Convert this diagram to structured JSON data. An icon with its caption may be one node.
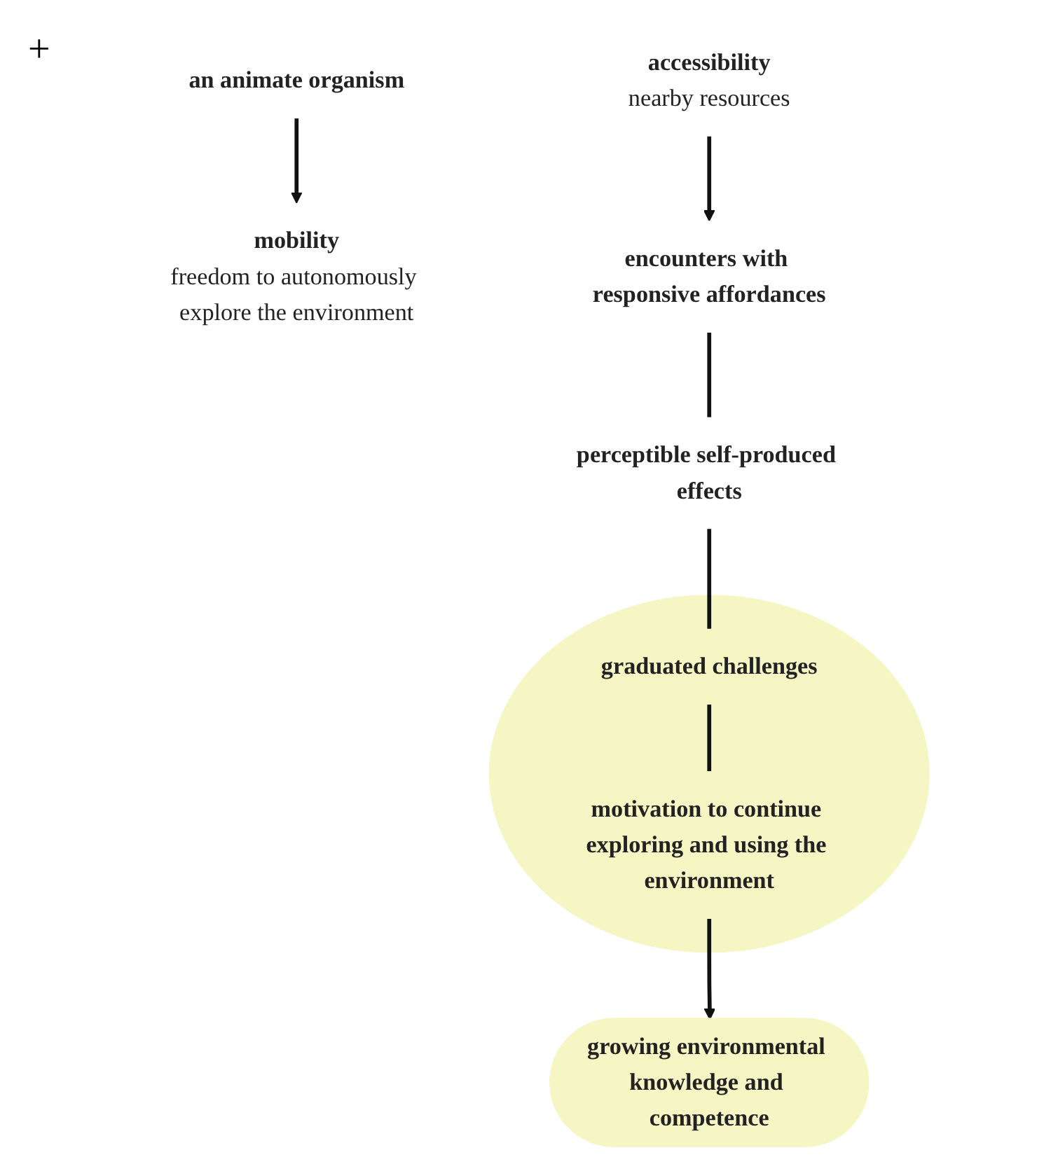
{
  "diagram": {
    "nodes": [
      {
        "text": [
          "growing environmental knowledge and competence"
        ]
      },
      {
        "text": [
          "accessibility",
          "nearby resources"
        ]
      },
      {
        "text": [
          "mobility",
          "freedom to autonomously explore the environment"
        ]
      },
      {
        "text": [
          "encounters with responsive affordances"
        ]
      },
      {
        "text": [
          "perceptible self-produced effects"
        ]
      },
      {
        "text": [],
        "shape": "ellipse"
      },
      {
        "text": [
          "graduated challenges"
        ],
        "in": 5
      },
      {
        "text": [
          "motivation to continue exploring and using the environment"
        ],
        "in": 5
      },
      {
        "text": [
          "an animate organism"
        ]
      }
    ],
    "edges": [
      {
        "from": 1,
        "to": 3,
        "arrow": "to"
      },
      {
        "from": 3,
        "to": 4,
        "arrow": "none"
      },
      {
        "from": 4,
        "to": 6,
        "arrow": "none"
      },
      {
        "from": 6,
        "to": 7,
        "arrow": "none"
      },
      {
        "from": 7,
        "to": 0,
        "arrow": "to"
      },
      {
        "from": 8,
        "to": 2,
        "arrow": "to"
      }
    ],
    "labels": [
      "+"
    ]
  }
}
